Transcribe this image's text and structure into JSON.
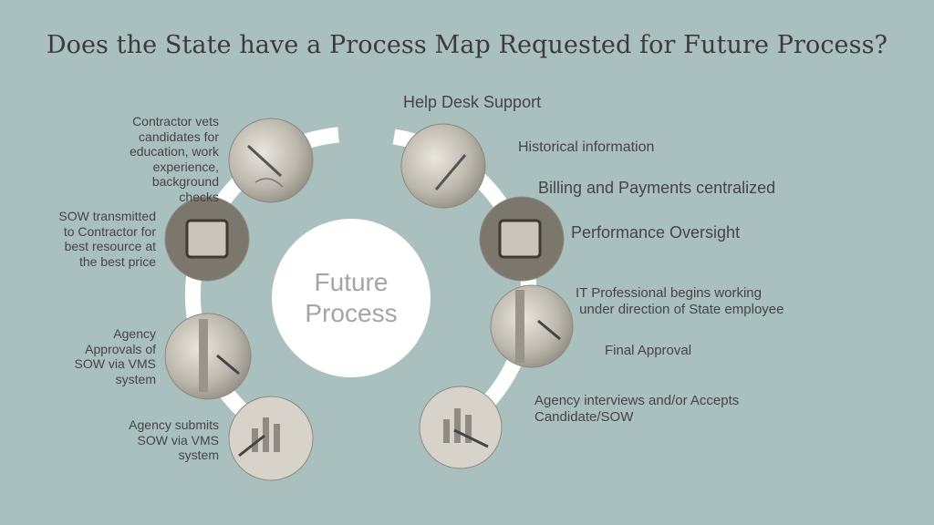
{
  "title": "Does the State have a Process Map Requested for Future Process?",
  "center": {
    "line1": "Future",
    "line2": "Process"
  },
  "left_steps": [
    {
      "lines": [
        "Contractor vets",
        "candidates for",
        "education, work",
        "experience,",
        "background",
        "checks"
      ],
      "photo": "hand-writing-photo"
    },
    {
      "lines": [
        "SOW transmitted",
        "to Contractor for",
        "best resource at",
        "the best price"
      ],
      "photo": "tablet-photo"
    },
    {
      "lines": [
        "Agency",
        "Approvals of",
        "SOW via VMS",
        "system"
      ],
      "photo": "hand-pen-photo"
    },
    {
      "lines": [
        "Agency submits",
        "SOW via VMS",
        "system"
      ],
      "photo": "chart-pen-photo"
    }
  ],
  "right_steps": [
    {
      "lines": [
        "Help Desk Support"
      ]
    },
    {
      "lines": [
        "Historical information"
      ],
      "photo": "hand-writing-photo"
    },
    {
      "lines": [
        "Billing and Payments centralized"
      ]
    },
    {
      "lines": [
        "Performance Oversight"
      ],
      "photo": "tablet-photo"
    },
    {
      "lines": [
        "IT Professional begins working",
        " under direction of State employee"
      ],
      "photo": "hand-pen-photo"
    },
    {
      "lines": [
        "Final Approval"
      ]
    },
    {
      "lines": [
        "Agency interviews and/or Accepts",
        "Candidate/SOW"
      ],
      "photo": "chart-pen-photo"
    }
  ],
  "colors": {
    "background": "#a9c0bf",
    "ring": "#ffffff",
    "center_text": "#a5a5a5",
    "photo_tone": "#8e8a80"
  }
}
